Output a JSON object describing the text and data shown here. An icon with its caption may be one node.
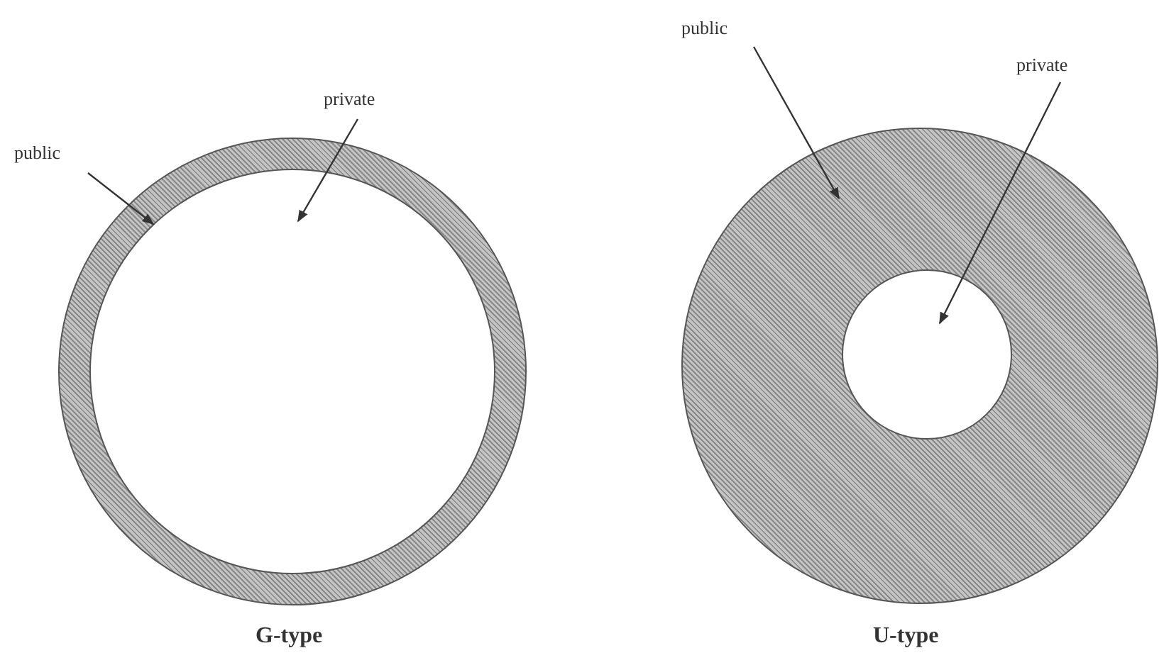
{
  "diagram": {
    "nodes": [
      {
        "text": [
          "public"
        ]
      },
      {
        "text": [
          "private"
        ]
      },
      {
        "text": [],
        "shape": "circle"
      },
      {
        "text": [],
        "shape": "circle",
        "in": 2
      },
      {
        "text": [
          "public"
        ]
      },
      {
        "text": [
          "private"
        ]
      },
      {
        "text": [],
        "shape": "circle"
      },
      {
        "text": [],
        "shape": "circle",
        "in": 6
      }
    ],
    "edges": [
      {
        "from": 0,
        "to": 2,
        "arrow": "to"
      },
      {
        "from": 1,
        "to": 3,
        "arrow": "to"
      },
      {
        "from": 4,
        "to": 6,
        "arrow": "to"
      },
      {
        "from": 5,
        "to": 7,
        "arrow": "to"
      }
    ],
    "labels": [
      "G-type",
      "U-type"
    ]
  }
}
